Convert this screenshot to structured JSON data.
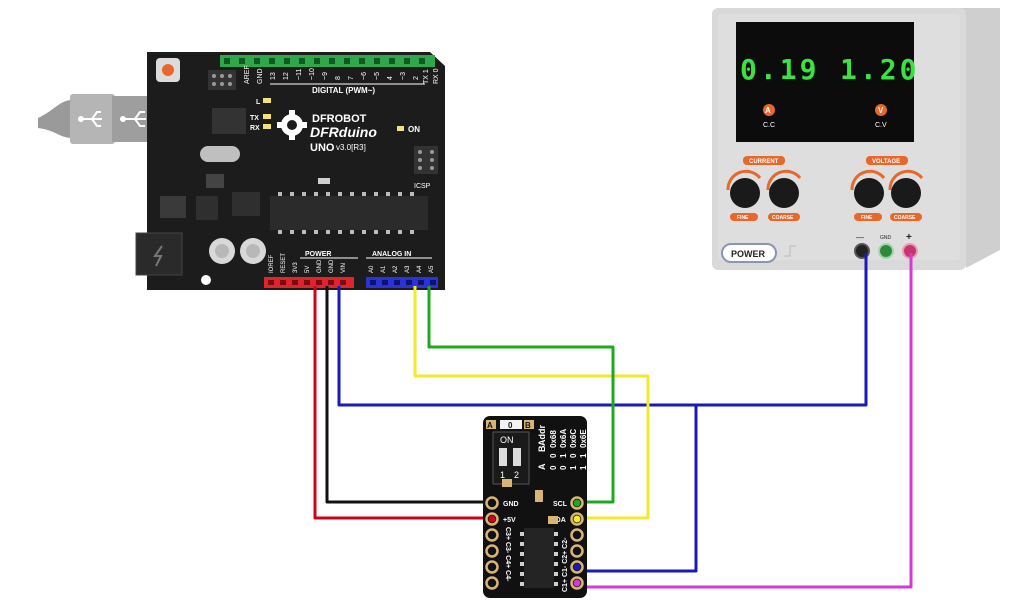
{
  "usb": {
    "icon1": "usb-icon",
    "icon2": "usb-icon"
  },
  "arduino": {
    "brand_line1": "DFROBOT",
    "brand_line2": "DFRduino",
    "model": "UNO",
    "version": "v3.0[R3]",
    "digital_label": "DIGITAL (PWM~)",
    "aref": "AREF",
    "gnd_top": "GND",
    "digital_pins": [
      "13",
      "12",
      "~11",
      "~10",
      "~9",
      "8",
      "7",
      "~6",
      "~5",
      "4",
      "~3",
      "2",
      "TX 1",
      "RX 0"
    ],
    "led_l": "L",
    "led_tx": "TX",
    "led_rx": "RX",
    "on_label": "ON",
    "icsp_label": "ICSP",
    "power_label": "POWER",
    "analog_label": "ANALOG IN",
    "power_pins": [
      "IOREF",
      "RESET",
      "3V3",
      "5V",
      "GND",
      "GND",
      "VIN"
    ],
    "analog_pins": [
      "A0",
      "A1",
      "A2",
      "A3",
      "A4",
      "A5"
    ]
  },
  "psu": {
    "current_reading": "0.19",
    "voltage_reading": "1.20",
    "cc_icon": "A",
    "cc_label": "C.C",
    "cv_icon": "V",
    "cv_label": "C.V",
    "current_label": "CURRENT",
    "voltage_label": "VOLTAGE",
    "fine_label_1": "FINE",
    "coarse_label_1": "COARSE",
    "fine_label_2": "FINE",
    "coarse_label_2": "COARSE",
    "power_button": "POWER",
    "neg_label": "—",
    "gnd_label": "GND",
    "pos_label": "+"
  },
  "module": {
    "dip_a": "A",
    "dip_zero": "0",
    "dip_b": "B",
    "dip_on": "ON",
    "dip_1": "1",
    "dip_2": "2",
    "col_a": "A",
    "col_b": "B",
    "col_addr": "Addr",
    "row1": [
      "0",
      "0",
      "0x68"
    ],
    "row2": [
      "0",
      "1",
      "0x6A"
    ],
    "row3": [
      "1",
      "0",
      "0x6C"
    ],
    "row4": [
      "1",
      "1",
      "0x6E"
    ],
    "pin_gnd": "GND",
    "pin_5v": "+5V",
    "pin_scl": "SCL",
    "pin_sda": "SDA",
    "left_vertical": "C3+ C3- C4+ C4-",
    "right_vertical": "C1+ C1- C2+ C2-"
  },
  "wire_colors": {
    "red": "#d0021b",
    "black": "#111111",
    "blue": "#1a1ab8",
    "yellow": "#f2ea2c",
    "green": "#1fa81f",
    "magenta": "#d23bd8"
  }
}
